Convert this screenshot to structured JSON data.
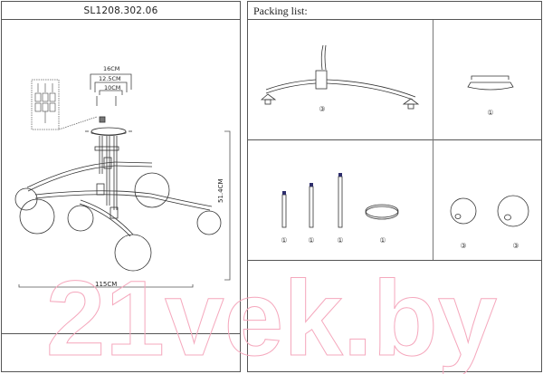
{
  "left_panel": {
    "title": "SL1208.302.06",
    "dimensions": {
      "outer_width": "16CM",
      "middle_width": "12.5CM",
      "inner_width": "10CM",
      "total_width": "115CM",
      "total_height": "51.4CM"
    }
  },
  "right_panel": {
    "title": "Packing list:",
    "cells": [
      {
        "item": "arm-with-sockets",
        "quantity": "3"
      },
      {
        "item": "ceiling-canopy",
        "quantity": "1"
      },
      {
        "item": "rod-short",
        "quantity": "1"
      },
      {
        "item": "rod-medium",
        "quantity": "1"
      },
      {
        "item": "rod-long",
        "quantity": "1"
      },
      {
        "item": "mounting-ring",
        "quantity": "1"
      },
      {
        "item": "glass-globe-small",
        "quantity": "3"
      },
      {
        "item": "glass-globe-large",
        "quantity": "3"
      }
    ]
  },
  "watermark": "21vek.by",
  "colors": {
    "frame": "#555555",
    "watermark": "#f5a8bd",
    "rod_cap": "#2d2d6b"
  }
}
